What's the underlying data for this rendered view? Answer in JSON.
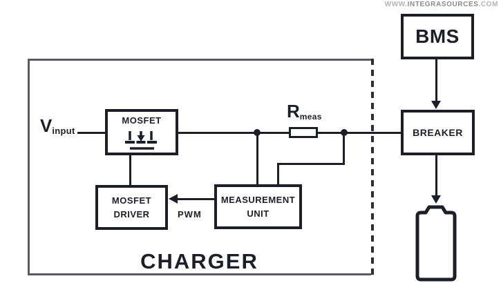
{
  "watermark": {
    "prefix": "WWW.",
    "brand": "INTEGRASOURCES",
    "suffix": ".COM"
  },
  "charger": {
    "label": "CHARGER"
  },
  "blocks": {
    "bms": {
      "label": "BMS"
    },
    "breaker": {
      "label": "BREAKER"
    },
    "mosfet": {
      "label": "MOSFET"
    },
    "driver": {
      "line1": "MOSFET",
      "line2": "DRIVER"
    },
    "measurement": {
      "line1": "MEASUREMENT",
      "line2": "UNIT"
    }
  },
  "labels": {
    "pwm": "PWM",
    "vinput_main": "V",
    "vinput_sub": "input",
    "rmeas_main": "R",
    "rmeas_sub": "meas"
  },
  "colors": {
    "wire": "#1e1e28",
    "charger_border_solid": "#5a5a62",
    "charger_border_dashed": "#2e2e38",
    "watermark_light": "#b3b3b3",
    "watermark_dark": "#8a8a8a",
    "background": "#ffffff"
  }
}
